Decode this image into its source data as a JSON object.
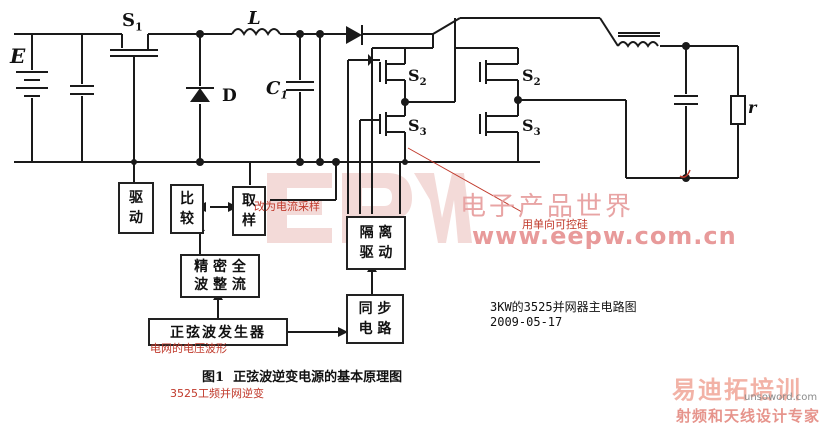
{
  "labels": {
    "source": "E",
    "switch": "S",
    "switch_sub": "1",
    "inductor": "L",
    "diode": "D",
    "capacitor": "C",
    "capacitor_sub": "1",
    "s2_left": "S",
    "s2_left_sub": "2",
    "s2_right": "S",
    "s2_right_sub": "2",
    "s3_left": "S",
    "s3_left_sub": "3",
    "s3_right": "S",
    "s3_right_sub": "3",
    "load": "r"
  },
  "blocks": {
    "drive": "驱\n动",
    "compare": "比\n较",
    "sample": "取\n样",
    "isolate_drive": "隔 离\n驱 动",
    "rectifier": "精 密 全\n波 整 流",
    "sine_gen": "正弦波发生器",
    "sync": "同 步\n电 路"
  },
  "notes": {
    "change_current": "改为电流采样",
    "use_scr": "用单向可控硅",
    "grid_voltage": "电网的电压波形",
    "freq_inverter": "3525工频并网逆变",
    "main_title": "3KW的3525并网器主电路图",
    "date": "2009-05-17"
  },
  "caption": "图1  正弦波逆变电源的基本原理图",
  "watermarks": {
    "cn": "电子产品世界",
    "url": "www.eepw.com.cn",
    "bottom_cn": "易迪拓培训",
    "bottom_sub": "射频和天线设计专家",
    "bottom_small": "unsoword.com"
  },
  "colors": {
    "line": "#1a1a1a",
    "note_red": "#c0392b",
    "watermark": "#e8a4a4"
  }
}
